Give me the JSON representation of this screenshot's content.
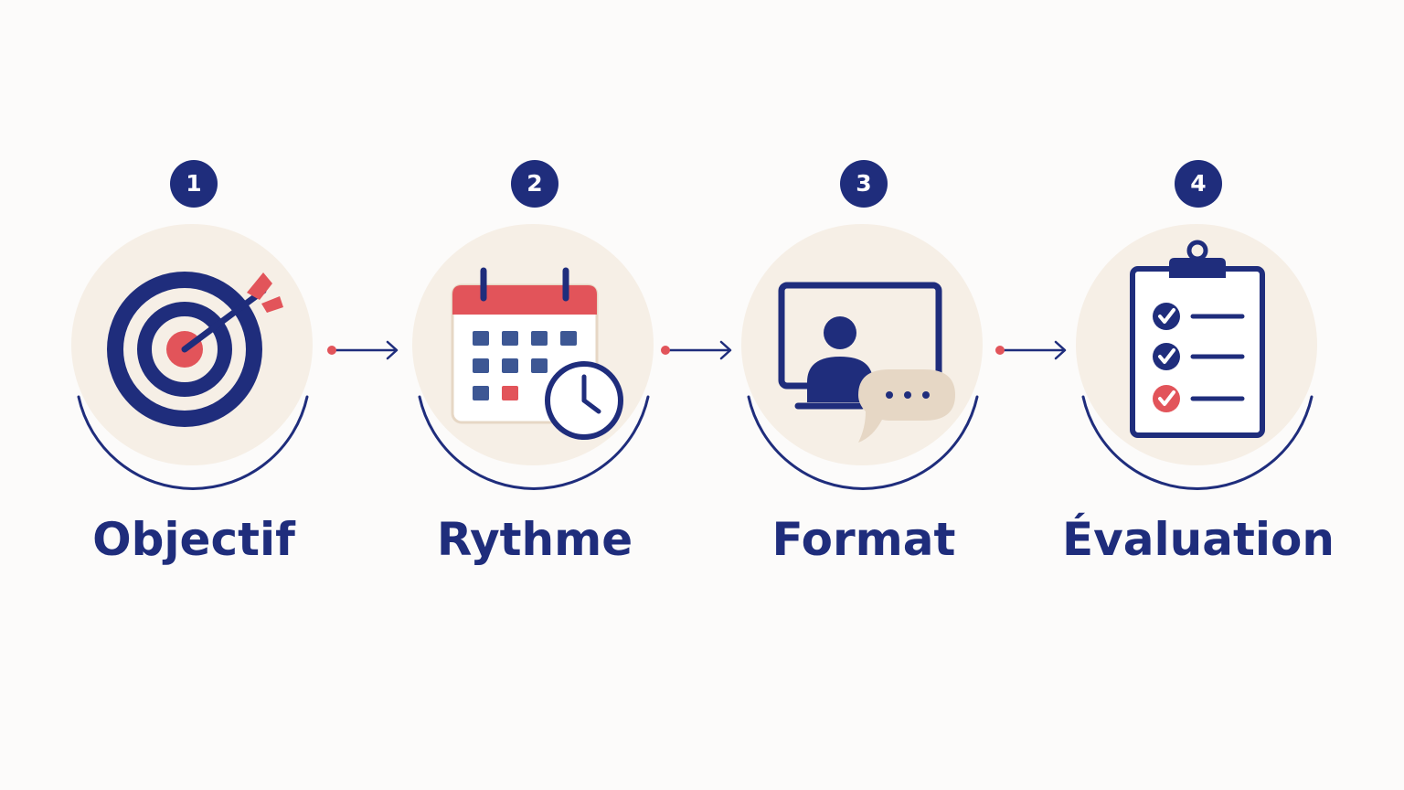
{
  "colors": {
    "navy": "#1f2d7c",
    "red": "#e2545a",
    "beige": "#f6efe6",
    "tan": "#e6d7c5",
    "background": "#fcfbfa"
  },
  "steps": [
    {
      "number": "1",
      "label": "Objectif",
      "icon": "target-icon"
    },
    {
      "number": "2",
      "label": "Rythme",
      "icon": "calendar-clock-icon"
    },
    {
      "number": "3",
      "label": "Format",
      "icon": "video-call-icon"
    },
    {
      "number": "4",
      "label": "Évaluation",
      "icon": "checklist-icon"
    }
  ],
  "connectors": [
    {
      "from": "1",
      "to": "2"
    },
    {
      "from": "2",
      "to": "3"
    },
    {
      "from": "3",
      "to": "4"
    }
  ]
}
